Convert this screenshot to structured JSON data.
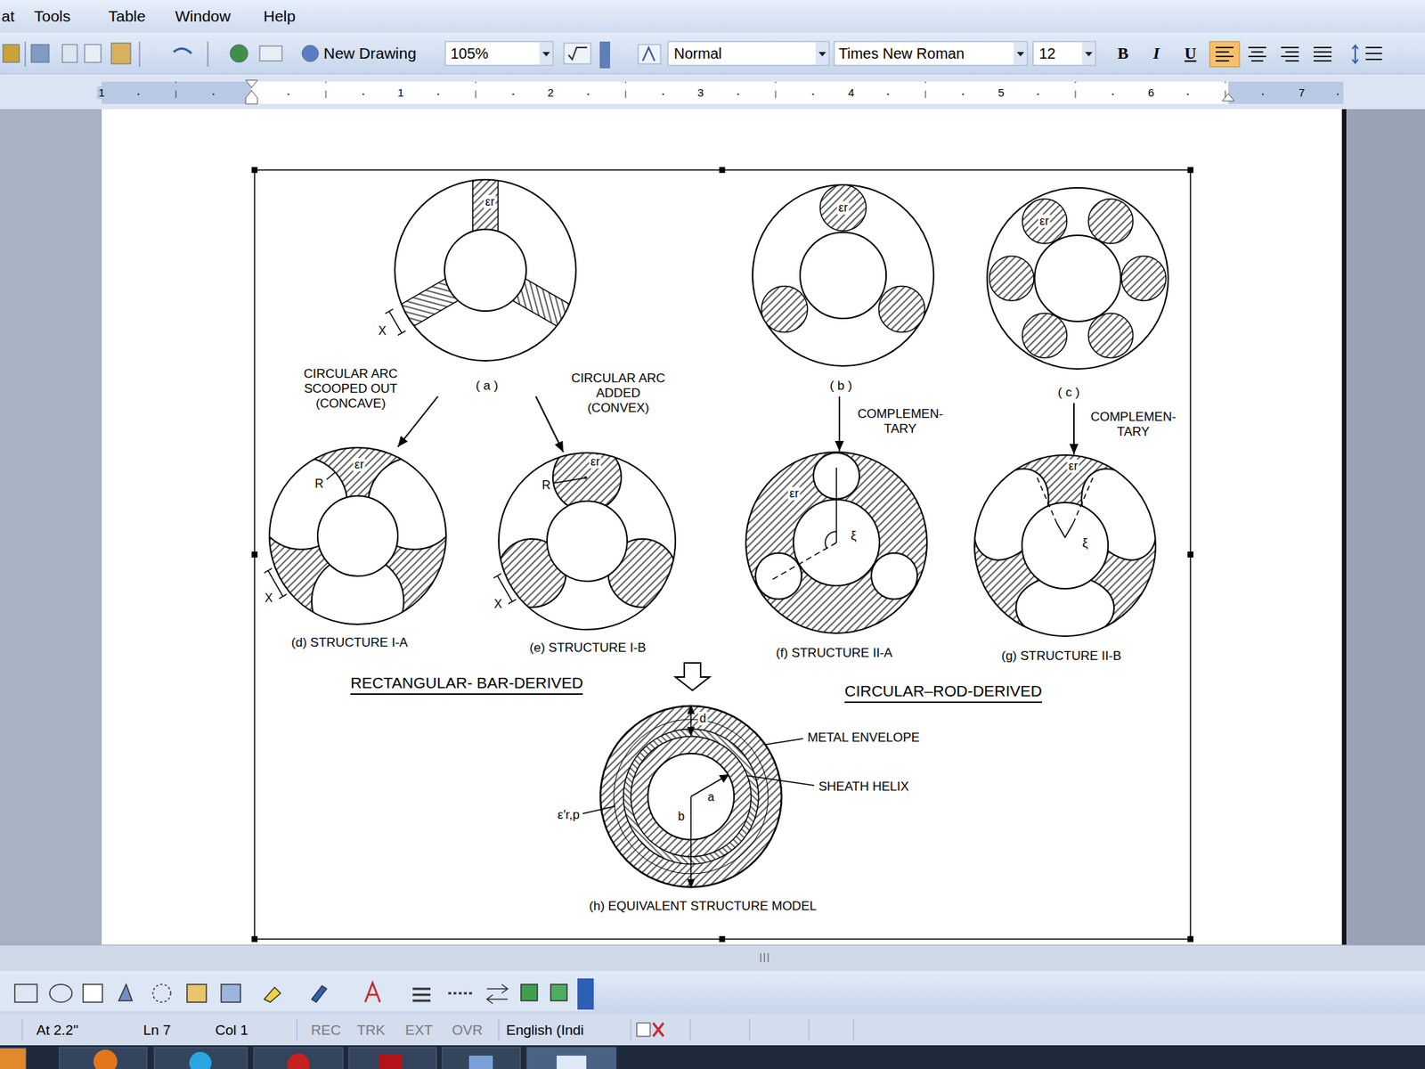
{
  "diagram": {
    "nodes": [
      {
        "text": [
          "( a )"
        ]
      },
      {
        "text": [
          "( b )"
        ]
      },
      {
        "text": [
          "( c )"
        ]
      },
      {
        "text": [
          "(d) STRUCTURE I-A"
        ]
      },
      {
        "text": [
          "(e) STRUCTURE I-B"
        ]
      },
      {
        "text": [
          "(f) STRUCTURE II-A"
        ]
      },
      {
        "text": [
          "(g) STRUCTURE II-B"
        ]
      },
      {
        "text": [
          "(h) EQUIVALENT STRUCTURE MODEL"
        ]
      }
    ],
    "edges": [
      {
        "from": 0,
        "to": 3,
        "arrow": "to",
        "label": "CIRCULAR ARC SCOOPED OUT (CONCAVE)"
      },
      {
        "from": 0,
        "to": 4,
        "arrow": "to",
        "label": "CIRCULAR ARC ADDED (CONVEX)"
      },
      {
        "from": 1,
        "to": 5,
        "arrow": "to",
        "label": "COMPLEMEN- TARY"
      },
      {
        "from": 2,
        "to": 6,
        "arrow": "to",
        "label": "COMPLEMEN- TARY"
      }
    ],
    "labels": [
      "εr",
      "X",
      "εr",
      "εr",
      "R",
      "εr",
      "X",
      "R",
      "εr",
      "X",
      "εr",
      "ξ",
      "εr",
      "ξ",
      "RECTANGULAR- BAR-DERIVED",
      "CIRCULAR–ROD-DERIVED",
      "d",
      "a",
      "b",
      "METAL ENVELOPE",
      "SHEATH HELIX",
      "ε′r,p",
      "at",
      "Tools",
      "Table",
      "Window",
      "Help",
      "New Drawing",
      "105%",
      "Normal",
      "Times New Roman",
      "12",
      "B",
      "I",
      "U",
      "1",
      "1",
      "2",
      "3",
      "4",
      "5",
      "6",
      "7",
      "At 2.2\"",
      "Ln 7",
      "Col 1",
      "REC",
      "TRK",
      "EXT",
      "OVR",
      "English (Indi"
    ]
  }
}
